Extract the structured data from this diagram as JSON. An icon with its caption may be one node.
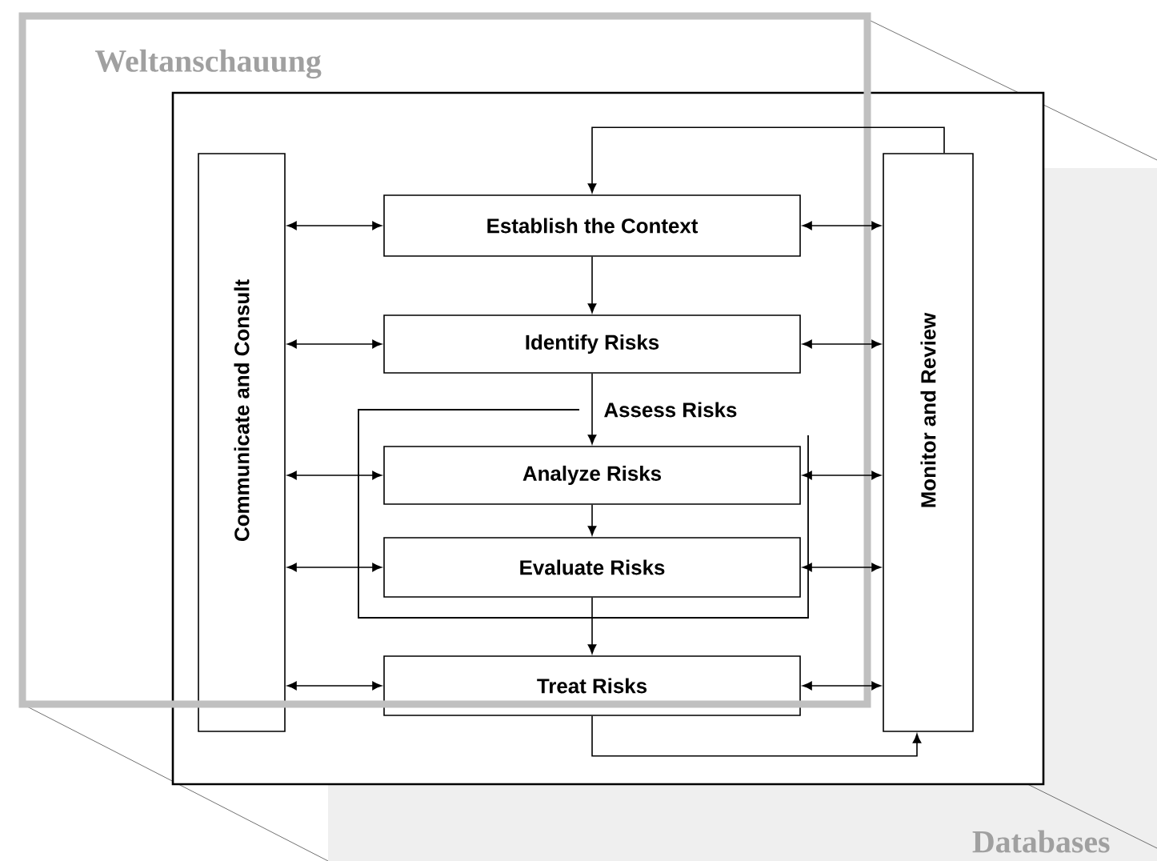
{
  "diagram": {
    "nodes": [
      {
        "text": [
          "Weltanschauung"
        ]
      },
      {
        "text": [],
        "shape": "box"
      },
      {
        "text": [
          "Communicate and Consult"
        ],
        "in": 1
      },
      {
        "text": [
          "Establish the Context"
        ],
        "in": 1
      },
      {
        "text": [
          "Identify Risks"
        ],
        "in": 1
      },
      {
        "text": [
          "Assess Risks"
        ],
        "in": 1
      },
      {
        "text": [
          "Analyze Risks"
        ],
        "in": 5
      },
      {
        "text": [
          "Evaluate Risks"
        ],
        "in": 5
      },
      {
        "text": [
          "Treat Risks"
        ],
        "in": 1
      },
      {
        "text": [
          "Monitor and Review"
        ],
        "in": 1
      },
      {
        "text": [
          "Databases"
        ]
      }
    ],
    "edges": [
      {
        "from": 3,
        "to": 4,
        "arrow": "to"
      },
      {
        "from": 4,
        "to": 6,
        "arrow": "to"
      },
      {
        "from": 6,
        "to": 7,
        "arrow": "to"
      },
      {
        "from": 7,
        "to": 8,
        "arrow": "to"
      },
      {
        "from": 2,
        "to": 3,
        "arrow": "both"
      },
      {
        "from": 2,
        "to": 4,
        "arrow": "both"
      },
      {
        "from": 2,
        "to": 6,
        "arrow": "both"
      },
      {
        "from": 2,
        "to": 7,
        "arrow": "both"
      },
      {
        "from": 2,
        "to": 8,
        "arrow": "both"
      },
      {
        "from": 3,
        "to": 9,
        "arrow": "both"
      },
      {
        "from": 4,
        "to": 9,
        "arrow": "both"
      },
      {
        "from": 6,
        "to": 9,
        "arrow": "both"
      },
      {
        "from": 7,
        "to": 9,
        "arrow": "both"
      },
      {
        "from": 8,
        "to": 9,
        "arrow": "both"
      },
      {
        "from": 9,
        "to": 3,
        "arrow": "to"
      },
      {
        "from": 8,
        "to": 9,
        "arrow": "to"
      }
    ]
  }
}
